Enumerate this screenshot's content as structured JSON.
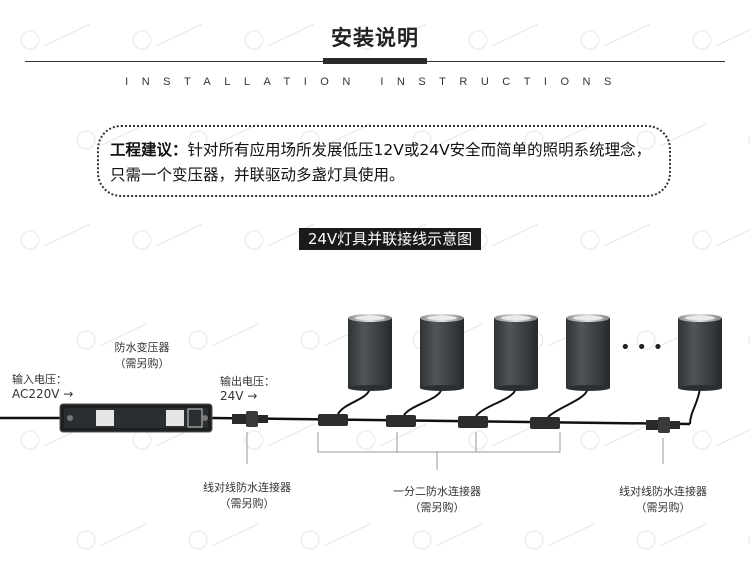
{
  "header": {
    "title": "安装说明",
    "subtitle": "INSTALLATION INSTRUCTIONS"
  },
  "note": {
    "label": "工程建议",
    "separator": "：",
    "text": "针对所有应用场所发展低压12V或24V安全而简单的照明系统理念，只需一个变压器，并联驱动多盏灯具使用。"
  },
  "diagram": {
    "caption": "24V灯具并联接线示意图",
    "input_label": "输入电压：",
    "input_value": "AC220V →",
    "transformer_label": "防水变压器",
    "transformer_note": "（需另购）",
    "output_label": "输出电压：",
    "output_value": "24V →",
    "ellipsis": "• • •",
    "connector_left_label": "线对线防水连接器",
    "connector_left_note": "（需另购）",
    "splitter_label": "一分二防水连接器",
    "splitter_note": "（需另购）",
    "connector_right_label": "线对线防水连接器",
    "connector_right_note": "（需另购）"
  },
  "colors": {
    "lamp_body": "#3f4447",
    "lamp_ring": "#b9bcbe",
    "frame": "#333333",
    "watermark": "#dddddd"
  }
}
